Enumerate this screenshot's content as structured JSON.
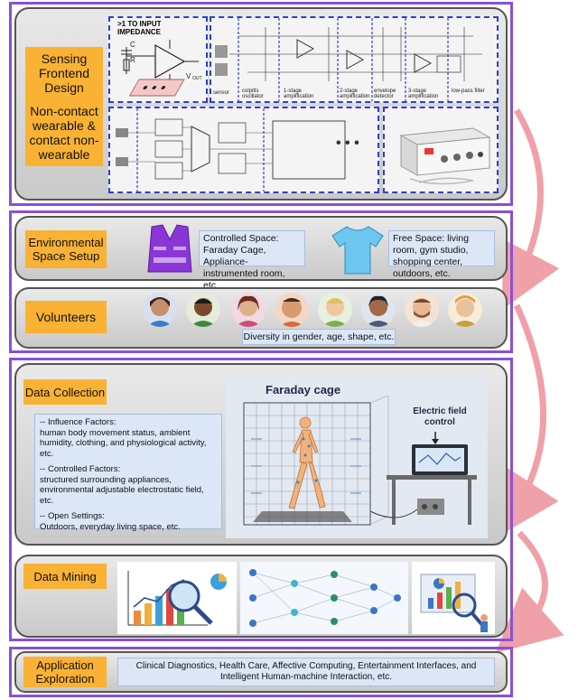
{
  "sensing": {
    "title": "Sensing Frontend Design",
    "subtitle": "Non-contact wearable & contact non-wearable",
    "circuit_title": ">1 TO INPUT IMPEDANCE",
    "circuit_labels": [
      "C",
      "R",
      "V",
      "OUT"
    ],
    "stages": [
      "sensor",
      "colpitts oscillator",
      "1-stage amplification",
      "2-stage amplification",
      "envelope detector",
      "3-stage amplification",
      "low-pass filter"
    ],
    "dots": "• • •"
  },
  "environment": {
    "title": "Environmental Space Setup",
    "controlled": "Controlled Space: Faraday Cage, Appliance-instrumented room, etc.",
    "free": "Free Space: living room, gym studio, shopping center, outdoors, etc."
  },
  "volunteers": {
    "title": "Volunteers",
    "diversity": "Diversity in gender, age, shape, etc."
  },
  "data_collection": {
    "title": "Data Collection",
    "influence_head": "--  Influence Factors:",
    "influence_body": "human body movement status, ambient humidity, clothing, and physiological activity, etc.",
    "controlled_head": "--  Controlled Factors:",
    "controlled_body": "structured surrounding appliances, environmental adjustable electrostatic field, etc.",
    "open_head": "--  Open Settings:",
    "open_body": "Outdoors, everyday living space, etc.",
    "faraday_label": "Faraday cage",
    "efield_label": "Electric field control"
  },
  "data_mining": {
    "title": "Data Mining"
  },
  "application": {
    "title": "Application Exploration",
    "text": "Clinical Diagnostics, Health Care, Affective Computing, Entertainment Interfaces, and Intelligent Human-machine Interaction, etc."
  },
  "colors": {
    "frame": "#8b4fd6",
    "label": "#f9b233",
    "text_box": "#dbe6f6",
    "arrow": "#f0a0a8"
  }
}
